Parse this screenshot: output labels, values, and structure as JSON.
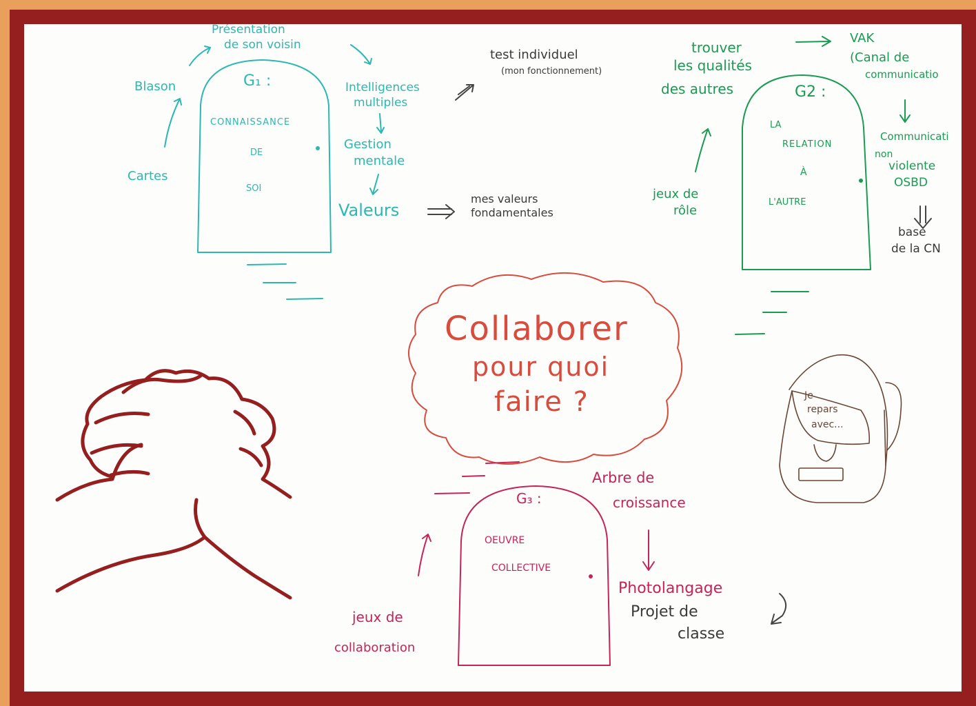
{
  "colors": {
    "outer_border": "#e8a05c",
    "inner_border": "#951f1f",
    "paper": "#fdfdfb",
    "g1": "#2cb7b3",
    "g2": "#1a9a52",
    "g3": "#c4245a",
    "center": "#d84c3e",
    "hands": "#951f1f"
  },
  "center": {
    "line1": "Collaborer",
    "line2": "pour quoi",
    "line3": "faire ?"
  },
  "g1": {
    "title": "G₁ :",
    "body": [
      "CONNAISSANCE",
      "DE",
      "SOI"
    ],
    "labels": {
      "presentation_1": "Présentation",
      "presentation_2": "de son voisin",
      "blason": "Blason",
      "cartes": "Cartes",
      "intelligences_1": "Intelligences",
      "intelligences_2": "multiples",
      "gestion_1": "Gestion",
      "gestion_2": "mentale",
      "valeurs": "Valeurs",
      "test_1": "test individuel",
      "test_2": "(mon fonctionnement)",
      "mes_valeurs_1": "mes valeurs",
      "mes_valeurs_2": "fondamentales"
    }
  },
  "g2": {
    "title": "G2 :",
    "body": [
      "LA",
      "RELATION",
      "À",
      "L'AUTRE"
    ],
    "labels": {
      "trouver_1": "trouver",
      "trouver_2": "les qualités",
      "trouver_3": "des autres",
      "jeux_1": "jeux de",
      "jeux_2": "rôle",
      "vak_1": "VAK",
      "vak_2": "(Canal de",
      "vak_3": "communicatio",
      "cnv_1": "Communicati",
      "cnv_2": "non",
      "cnv_3": "violente",
      "cnv_4": "OSBD",
      "base_1": "base",
      "base_2": "de la CN"
    }
  },
  "g3": {
    "title": "G₃ :",
    "body": [
      "OEUVRE",
      "COLLECTIVE"
    ],
    "labels": {
      "arbre_1": "Arbre de",
      "arbre_2": "croissance",
      "photo": "Photolangage",
      "projet_1": "Projet de",
      "projet_2": "classe",
      "jeux_1": "jeux de",
      "jeux_2": "collaboration"
    }
  },
  "backpack": {
    "line1": "Je",
    "line2": "repars",
    "line3": "avec..."
  }
}
